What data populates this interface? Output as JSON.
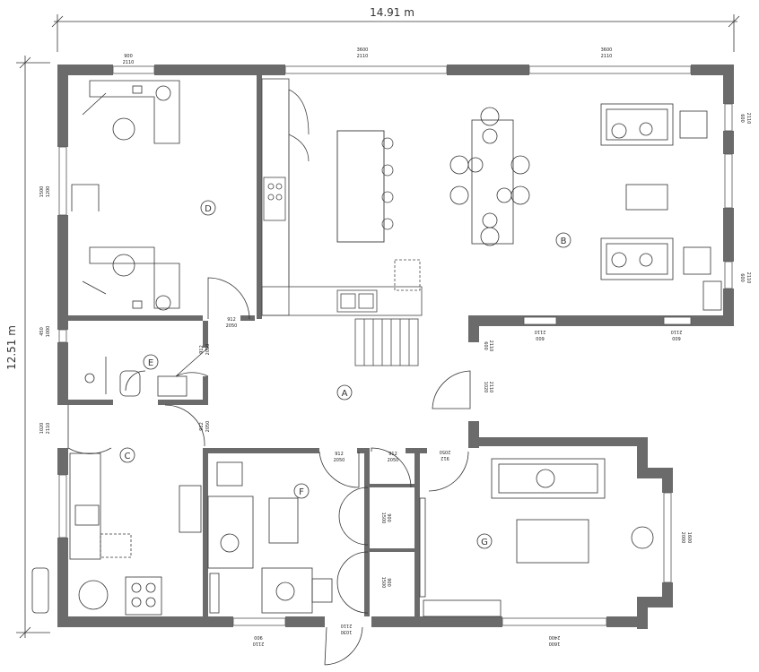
{
  "dimensions": {
    "width": "14.91 m",
    "height": "12.51 m"
  },
  "rooms": [
    "A",
    "B",
    "C",
    "D",
    "E",
    "F",
    "G"
  ],
  "door_labels": {
    "d1_w": "912",
    "d1_h": "2050",
    "d2_w": "912",
    "d2_h": "2050",
    "d3_w": "912",
    "d3_h": "2050",
    "d4_w": "912",
    "d4_h": "2050",
    "d5_w": "912",
    "d5_h": "2050",
    "d6_w": "912",
    "d6_h": "2050",
    "d7_w": "1020",
    "d7_h": "2110",
    "d8_w": "1020",
    "d8_h": "2110",
    "d9_w": "1030",
    "d9_h": "2110",
    "cup1_w": "1500",
    "cup1_h": "900",
    "cup2_w": "1500",
    "cup2_h": "900"
  },
  "window_labels": {
    "w1_w": "900",
    "w1_h": "2110",
    "w2_w": "3600",
    "w2_h": "2110",
    "w3_w": "3600",
    "w3_h": "2110",
    "w4_w": "1500",
    "w4_h": "1200",
    "w5_w": "600",
    "w5_h": "2110",
    "w6_w": "600",
    "w6_h": "2110",
    "w7_w": "600",
    "w7_h": "2110",
    "w8_w": "600",
    "w8_h": "2110",
    "w9_w": "600",
    "w9_h": "2110",
    "w10_w": "2000",
    "w10_h": "1600",
    "w11_w": "2400",
    "w11_h": "1600",
    "w12_w": "900",
    "w12_h": "2110",
    "w13_w": "450",
    "w13_h": "1000"
  }
}
